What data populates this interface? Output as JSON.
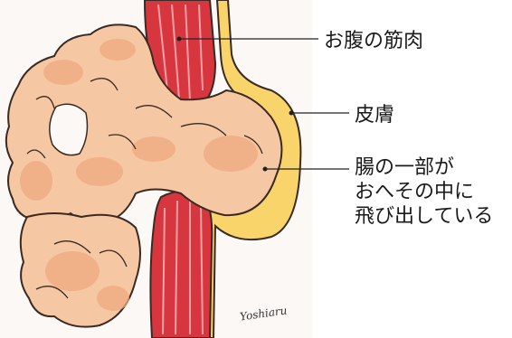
{
  "labels": {
    "abdominal_muscle": "お腹の筋肉",
    "skin": "皮膚",
    "intestine_line1": "腸の一部が",
    "intestine_line2": "おへその中に",
    "intestine_line3": "飛び出している"
  },
  "signature": "Yoshiaru",
  "colors": {
    "muscle": "#d8363f",
    "skin": "#f4c24a",
    "intestine": "#f6c7a3",
    "intestine_shadow": "#e8a277",
    "outline": "#3a2a22",
    "callout_line": "#222222"
  }
}
